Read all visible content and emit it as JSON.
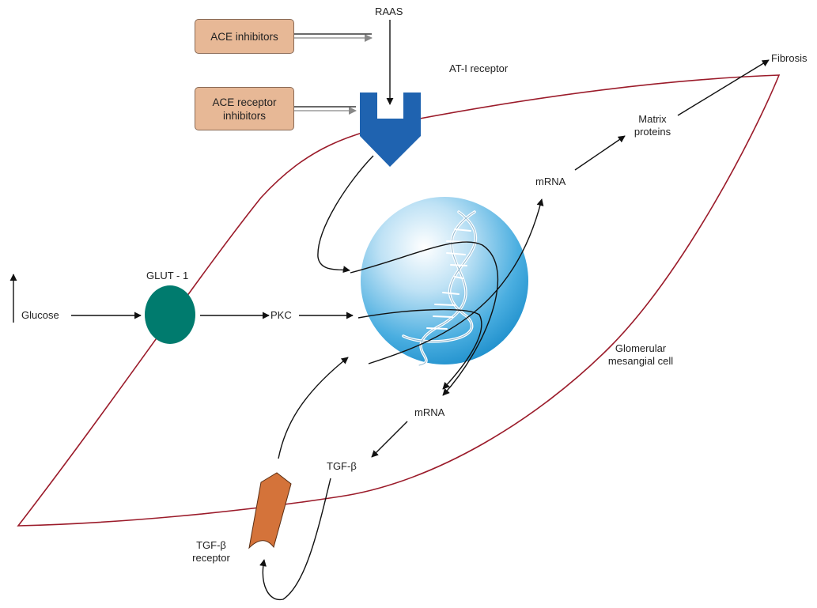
{
  "labels": {
    "raas": "RAAS",
    "ace_inhibitors": "ACE inhibitors",
    "ace_receptor_inhibitors_line1": "ACE receptor",
    "ace_receptor_inhibitors_line2": "inhibitors",
    "at1_receptor": "AT-I receptor",
    "fibrosis": "Fibrosis",
    "matrix_proteins_line1": "Matrix",
    "matrix_proteins_line2": "proteins",
    "mrna_upper": "mRNA",
    "glut1": "GLUT - 1",
    "glucose": "Glucose",
    "pkc": "PKC",
    "glomerular_line1": "Glomerular",
    "glomerular_line2": "mesangial cell",
    "mrna_lower": "mRNA",
    "tgf_beta": "TGF-β",
    "tgf_receptor_line1": "TGF-β",
    "tgf_receptor_line2": "receptor"
  },
  "colors": {
    "cell_outline": "#9b1b2a",
    "drug_box": "#e7b896",
    "at1_receptor": "#1f63b0",
    "glut1": "#007b6e",
    "tgf_receptor": "#d4733a",
    "nucleus": "#3fa6dc"
  }
}
